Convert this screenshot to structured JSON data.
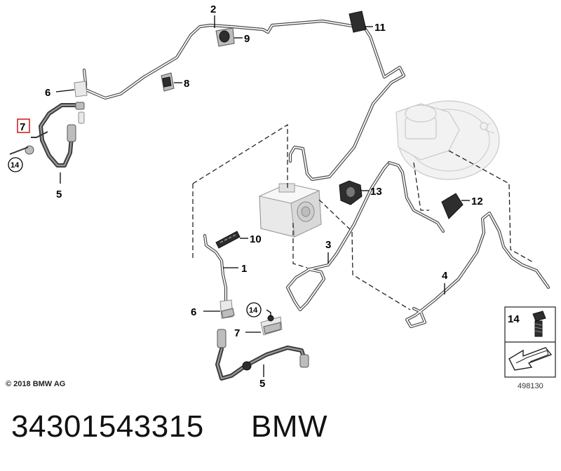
{
  "diagram": {
    "callouts": [
      "1",
      "2",
      "3",
      "4",
      "5",
      "6",
      "7",
      "8",
      "9",
      "10",
      "11",
      "12",
      "13",
      "14"
    ],
    "repeat_callouts": {
      "five_upper": "5",
      "six_upper": "6",
      "seven_upper": "7",
      "fourteen_upper": "14"
    },
    "highlighted_callout": "7",
    "highlight_color": "#d2232a",
    "legend": {
      "item_label": "14"
    },
    "drawing_number": "498130",
    "copyright": "© 2018 BMW AG"
  },
  "caption": {
    "part_number": "34301543315",
    "brand": "BMW"
  }
}
